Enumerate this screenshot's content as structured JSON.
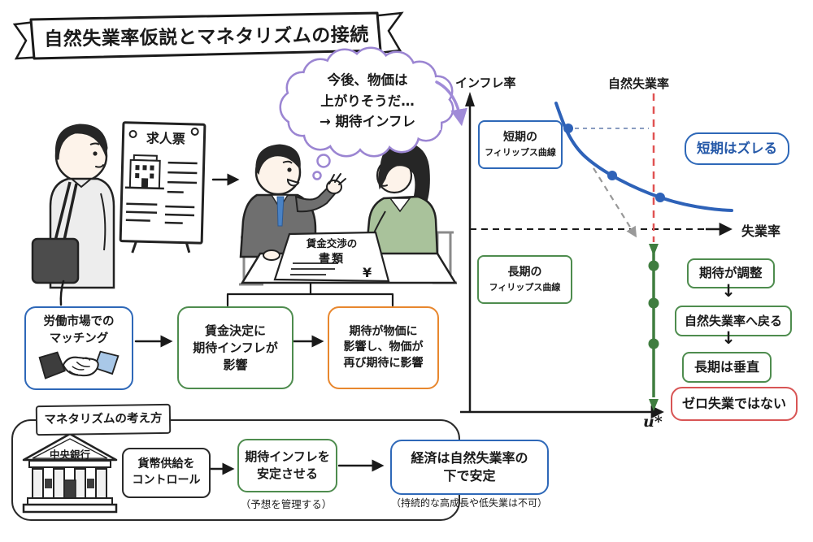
{
  "title": "自然失業率仮説とマネタリズムの接続",
  "bubble": {
    "line1": "今後、物価は",
    "line2": "上がりそうだ…",
    "line3": "→ 期待インフレ"
  },
  "job_board": {
    "title": "求人票"
  },
  "meeting": {
    "doc_line1": "賃金交渉の",
    "doc_line2": "書類",
    "yen": "¥"
  },
  "flow": {
    "matching": {
      "line1": "労働市場での",
      "line2": "マッチング"
    },
    "wage": {
      "line1": "賃金決定に",
      "line2": "期待インフレが",
      "line3": "影響"
    },
    "expectation": {
      "line1": "期待が物価に",
      "line2": "影響し、物価が",
      "line3": "再び期待に影響"
    }
  },
  "monetarism": {
    "label": "マネタリズムの考え方",
    "bank": "中央銀行",
    "money_supply": {
      "line1": "貨幣供給を",
      "line2": "コントロール"
    },
    "stabilize": {
      "line1": "期待インフレを",
      "line2": "安定させる",
      "caption": "（予想を管理する）"
    },
    "stable": {
      "line1": "経済は自然失業率の",
      "line2": "下で安定",
      "caption": "（持続的な高成長や低失業は不可）"
    }
  },
  "chart": {
    "y_axis": "インフレ率",
    "x_axis": "失業率",
    "natural_rate": "自然失業率",
    "u_star": "u*",
    "short_run": {
      "line1": "短期の",
      "line2": "フィリップス曲線"
    },
    "long_run": {
      "line1": "長期の",
      "line2": "フィリップス曲線"
    },
    "short_callout": "短期はズレる",
    "step1": "期待が調整",
    "step2": "自然失業率へ戻る",
    "step3": "長期は垂直",
    "warning": "ゼロ失業ではない",
    "arrow_down": "↓"
  },
  "chart_data": {
    "type": "line",
    "xlabel": "失業率",
    "ylabel": "インフレ率",
    "axes_numeric": false,
    "vertical_reference": {
      "label": "自然失業率",
      "x_frac": 0.69,
      "style": "dashed-red",
      "x_intercept_label": "u*"
    },
    "series": [
      {
        "name": "短期のフィリップス曲線",
        "color": "#2e62b8",
        "shape": "convex-decreasing",
        "points_frac": [
          [
            0.33,
            0.95
          ],
          [
            0.37,
            0.76
          ],
          [
            0.54,
            0.4
          ],
          [
            0.72,
            0.24
          ],
          [
            0.99,
            0.14
          ]
        ],
        "marked_points_frac": [
          [
            0.37,
            0.76
          ],
          [
            0.54,
            0.4
          ],
          [
            0.72,
            0.24
          ]
        ]
      },
      {
        "name": "長期のフィリップス曲線",
        "color": "#3f7d3f",
        "shape": "vertical",
        "x_frac": 0.69,
        "marked_points_count": 3
      }
    ],
    "annotations": [
      "短期はズレる",
      "期待が調整",
      "自然失業率へ戻る",
      "長期は垂直",
      "ゼロ失業ではない"
    ]
  },
  "icons": {
    "handshake": "handshake-icon",
    "bank": "bank-icon",
    "building": "building-icon",
    "pin": "pin-icon",
    "thought_bubble": "thought-bubble",
    "arrow_right": "→",
    "arrow_down": "↓"
  },
  "colors": {
    "blue": "#2e68b8",
    "green": "#4e8c4e",
    "orange": "#e8872e",
    "red": "#d85555",
    "purple": "#9b85d2",
    "ink": "#1a1a1a"
  }
}
